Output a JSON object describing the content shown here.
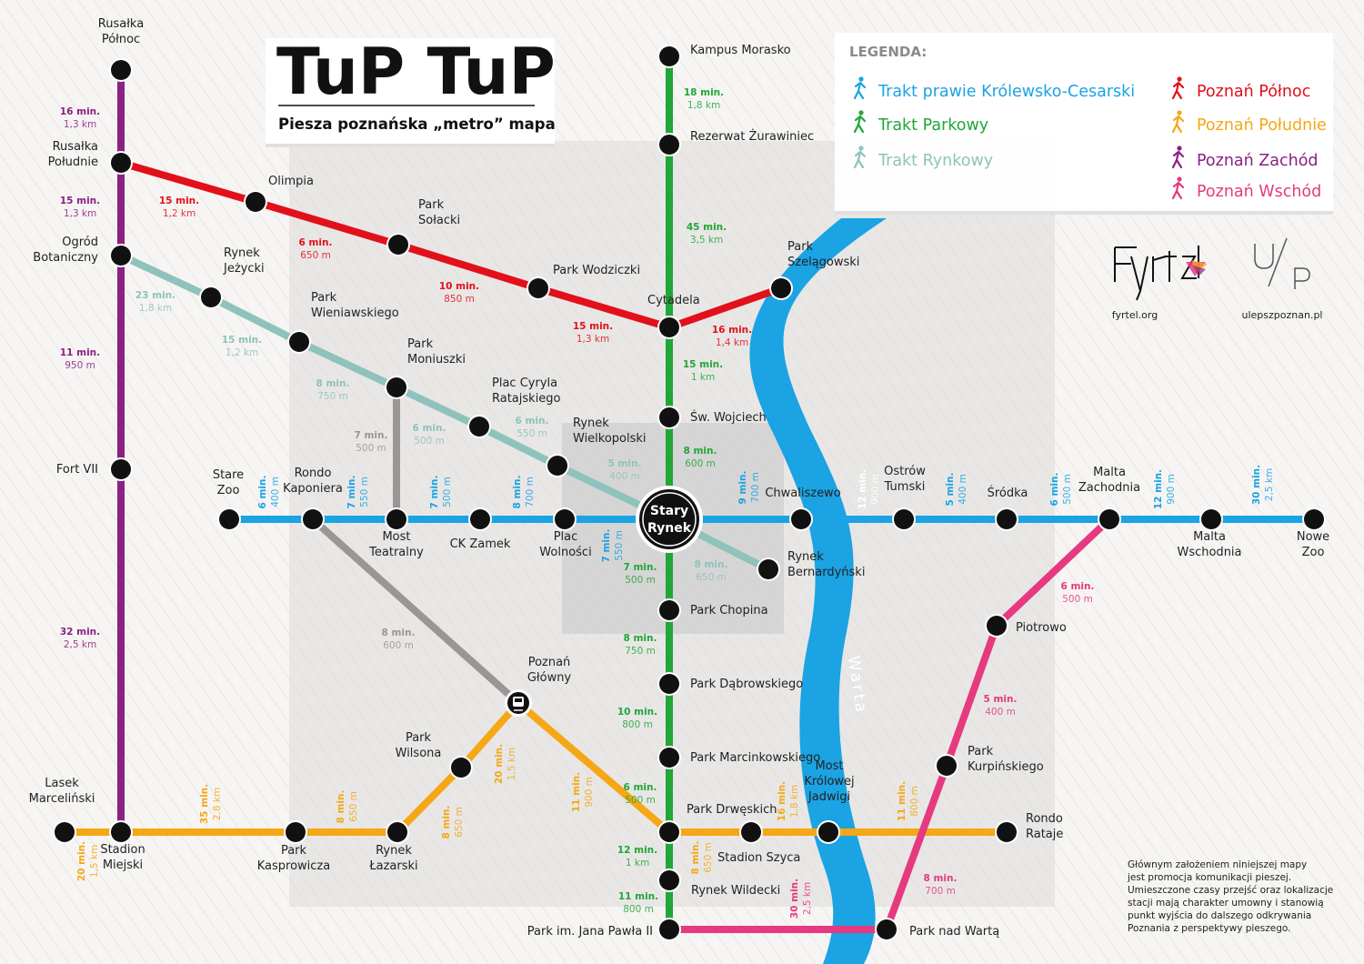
{
  "title": "TuP TuP",
  "subtitle": "Piesza poznańska „metro” mapa",
  "legend": {
    "heading": "LEGENDA:",
    "items": [
      {
        "label": "Trakt prawie Królewsko-Cesarski",
        "color": "#1ba3e3"
      },
      {
        "label": "Trakt Parkowy",
        "color": "#21a638"
      },
      {
        "label": "Trakt Rynkowy",
        "color": "#8fc2bc"
      },
      {
        "label": "Poznań Północ",
        "color": "#e2101a"
      },
      {
        "label": "Poznań Południe",
        "color": "#f5a716"
      },
      {
        "label": "Poznań Zachód",
        "color": "#8b2182"
      },
      {
        "label": "Poznań Wschód",
        "color": "#e6397f"
      }
    ]
  },
  "river": "Warta",
  "logos": {
    "left_caption": "fyrtel.org",
    "right_caption": "ulepszpoznan.pl",
    "right_mark": "U/P",
    "left_mark": "Fyrtel"
  },
  "note": [
    "Głównym założeniem niniejszej mapy",
    "jest promocja komunikacji pieszej.",
    "Umieszczone czasy przejść oraz lokalizacje",
    "stacji mają charakter umowny i stanowią",
    "punkt wyjścia do dalszego odkrywania",
    "Poznania z perspektywy pieszego."
  ],
  "central_station": [
    "Stary",
    "Rynek"
  ],
  "stations": {
    "rusalka_polnoc": "Rusałka|Północ",
    "rusalka_poludnie": "Rusałka|Południe",
    "ogrod": "Ogród|Botaniczny",
    "fort": "Fort VII",
    "lasek": "Lasek|Marceliński",
    "stadion_miejski": "Stadion|Miejski",
    "olimpia": "Olimpia",
    "park_solacki": "Park|Sołacki",
    "park_wodziczki": "Park Wodziczki",
    "cytadela": "Cytadela",
    "park_szelagowski": "Park|Szelągowski",
    "rynek_jezycki": "Rynek|Jeżycki",
    "park_wieniawskiego": "Park|Wieniawskiego",
    "park_moniuszki": "Park|Moniuszki",
    "plac_cyryla": "Plac Cyryla|Ratajskiego",
    "rynek_wlkp": "Rynek|Wielkopolski",
    "rynek_bernardynski": "Rynek|Bernardyński",
    "kampus": "Kampus Morasko",
    "rezerwat": "Rezerwat Żurawiniec",
    "sw_wojciech": "Św. Wojciech",
    "park_chopina": "Park Chopina",
    "park_dabrowskiego": "Park Dąbrowskiego",
    "park_marcinkowskiego": "Park Marcinkowskiego",
    "park_drweskich": "Park Drwęskich",
    "rynek_wildecki": "Rynek Wildecki",
    "park_jp2": "Park im. Jana Pawła II",
    "stare_zoo": "Stare|Zoo",
    "rondo_kaponiera": "Rondo|Kaponiera",
    "most_teatralny": "Most|Teatralny",
    "ck_zamek": "CK Zamek",
    "plac_wolnosci": "Plac|Wolności",
    "chwaliszewo": "Chwaliszewo",
    "ostrow": "Ostrów|Tumski",
    "srodka": "Śródka",
    "malta_zach": "Malta|Zachodnia",
    "malta_wsch": "Malta|Wschodnia",
    "nowe_zoo": "Nowe|Zoo",
    "poznan_glowny": "Poznań|Główny",
    "park_wilsona": "Park|Wilsona",
    "park_kasprowicza": "Park|Kasprowicza",
    "rynek_lazarski": "Rynek|Łazarski",
    "stadion_szyca": "Stadion Szyca",
    "most_jadwigi": "Most|Królowej|Jadwigi",
    "rondo_rataje": "Rondo|Rataje",
    "piotrowo": "Piotrowo",
    "park_kurpinskiego": "Park|Kurpińskiego",
    "park_nad_warta": "Park nad Wartą"
  },
  "times": {
    "purple_1": [
      "16 min.",
      "1,3 km"
    ],
    "purple_2": [
      "15 min.",
      "1,3 km"
    ],
    "purple_3": [
      "11 min.",
      "950 m"
    ],
    "purple_4": [
      "32 min.",
      "2,5 km"
    ],
    "red_1": [
      "15 min.",
      "1,2 km"
    ],
    "red_2": [
      "6 min.",
      "650 m"
    ],
    "red_3": [
      "10 min.",
      "850 m"
    ],
    "red_4": [
      "15 min.",
      "1,3 km"
    ],
    "red_5": [
      "16 min.",
      "1,4 km"
    ],
    "teal_1": [
      "23 min.",
      "1,8 km"
    ],
    "teal_2": [
      "15 min.",
      "1,2 km"
    ],
    "teal_3": [
      "8 min.",
      "750 m"
    ],
    "teal_4": [
      "6 min.",
      "500 m"
    ],
    "teal_5": [
      "6 min.",
      "550 m"
    ],
    "teal_6": [
      "5 min.",
      "400 m"
    ],
    "teal_7": [
      "8 min.",
      "650 m"
    ],
    "gray_1": [
      "7 min.",
      "500 m"
    ],
    "gray_2": [
      "8 min.",
      "600 m"
    ],
    "green_1": [
      "18 min.",
      "1,8 km"
    ],
    "green_2": [
      "45 min.",
      "3,5 km"
    ],
    "green_3": [
      "15 min.",
      "1 km"
    ],
    "green_4": [
      "8 min.",
      "600 m"
    ],
    "green_5": [
      "7 min.",
      "500 m"
    ],
    "green_6": [
      "8 min.",
      "750 m"
    ],
    "green_7": [
      "10 min.",
      "800 m"
    ],
    "green_8": [
      "6 min.",
      "500 m"
    ],
    "green_9": [
      "12 min.",
      "1 km"
    ],
    "green_10": [
      "11 min.",
      "800 m"
    ],
    "blue_1": [
      "6 min.",
      "400 m"
    ],
    "blue_2": [
      "7 min.",
      "550 m"
    ],
    "blue_3": [
      "7 min.",
      "500 m"
    ],
    "blue_4": [
      "8 min.",
      "700 m"
    ],
    "blue_5": [
      "7 min.",
      "550 m"
    ],
    "blue_6": [
      "9 min.",
      "700 m"
    ],
    "blue_7": [
      "12 min.",
      "900 m"
    ],
    "blue_8": [
      "5 min.",
      "400 m"
    ],
    "blue_9": [
      "6 min.",
      "500 m"
    ],
    "blue_10": [
      "12 min.",
      "900 m"
    ],
    "blue_11": [
      "30 min.",
      "2,5 km"
    ],
    "orange_1": [
      "20 min.",
      "1,5 km"
    ],
    "orange_2": [
      "35 min.",
      "2,8 km"
    ],
    "orange_3": [
      "8 min.",
      "650 m"
    ],
    "orange_4": [
      "8 min.",
      "650 m"
    ],
    "orange_5": [
      "20 min.",
      "1,5 km"
    ],
    "orange_6": [
      "11 min.",
      "900 m"
    ],
    "orange_7": [
      "8 min.",
      "650 m"
    ],
    "orange_8": [
      "16 min.",
      "1,8 km"
    ],
    "orange_9": [
      "11 min.",
      "800 m"
    ],
    "pink_1": [
      "6 min.",
      "500 m"
    ],
    "pink_2": [
      "5 min.",
      "400 m"
    ],
    "pink_3": [
      "8 min.",
      "700 m"
    ],
    "pink_4": [
      "30 min.",
      "2,5 km"
    ]
  }
}
